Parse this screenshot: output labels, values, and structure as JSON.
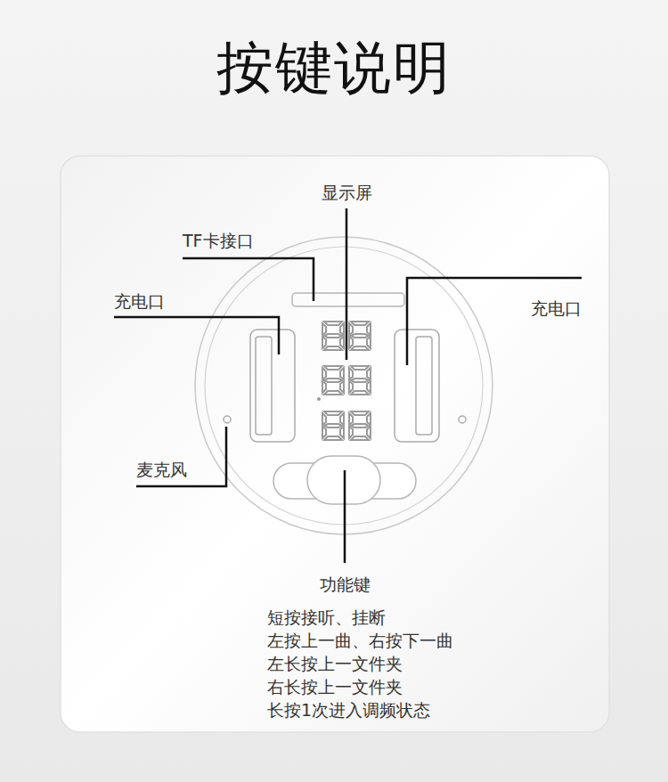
{
  "diagram": {
    "title": "按键说明",
    "labels": [
      "显示屏",
      "TF卡接口",
      "充电口",
      "充电口",
      "麦克风",
      "功能键",
      "短按接听、挂断",
      "左按上一曲、右按下一曲",
      "左长按上一文件夹",
      "右长按上一文件夹",
      "长按1次进入调频状态"
    ]
  }
}
